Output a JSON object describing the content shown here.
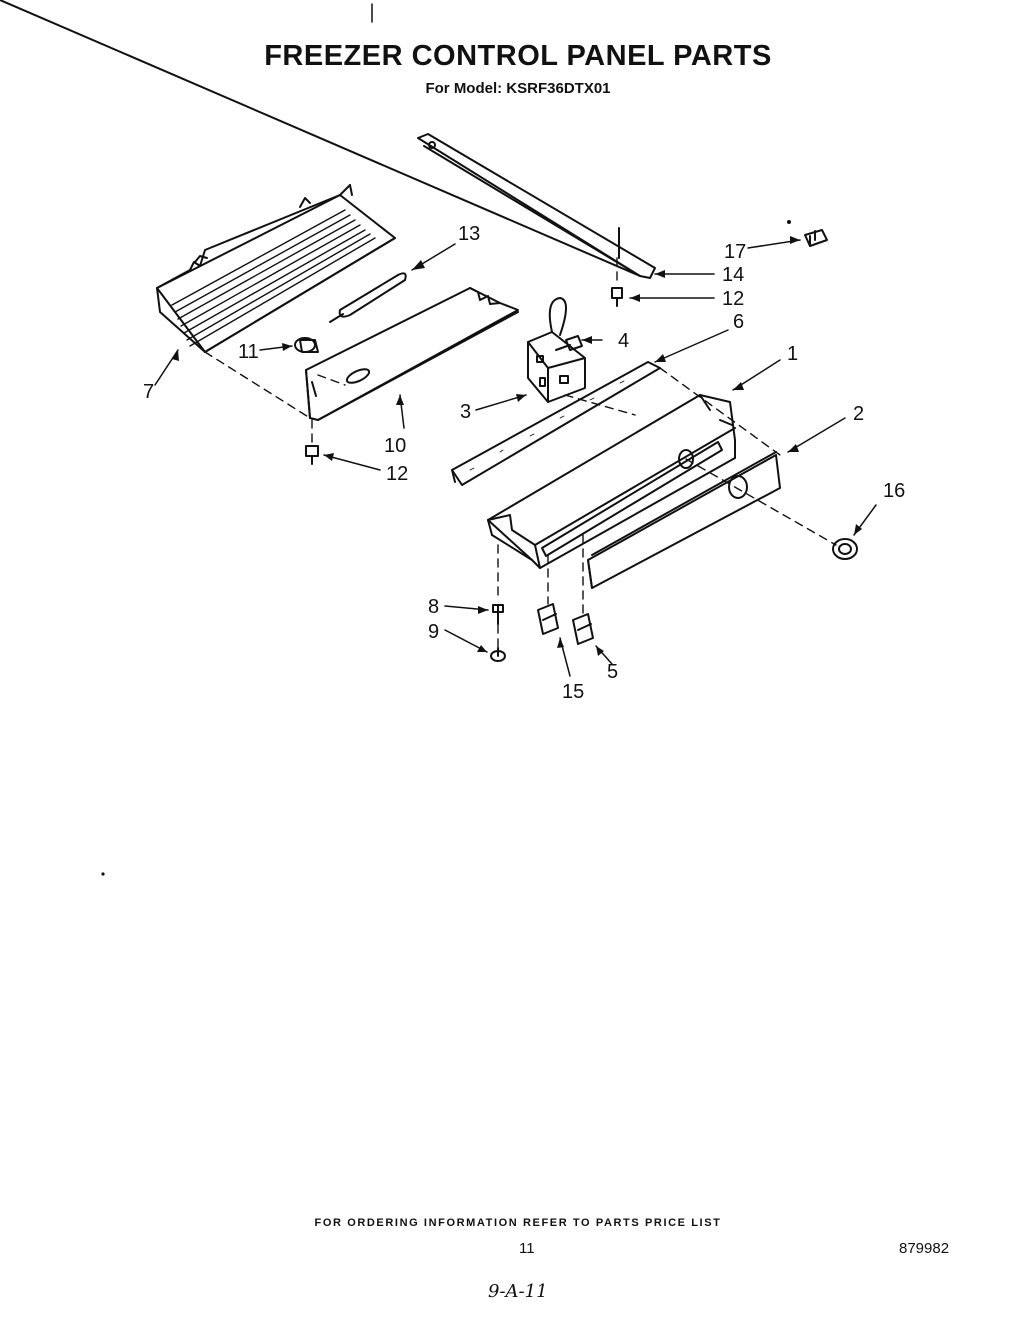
{
  "header": {
    "title": "FREEZER CONTROL PANEL PARTS",
    "subtitle": "For Model: KSRF36DTX01"
  },
  "callouts": {
    "c1": "1",
    "c2": "2",
    "c3": "3",
    "c4": "4",
    "c5": "5",
    "c6": "6",
    "c7": "7",
    "c8": "8",
    "c9": "9",
    "c10": "10",
    "c11": "11",
    "c12a": "12",
    "c12b": "12",
    "c13": "13",
    "c14": "14",
    "c15": "15",
    "c16": "16",
    "c17": "17"
  },
  "footer": {
    "ordering": "FOR ORDERING INFORMATION REFER TO PARTS PRICE LIST",
    "page": "11",
    "doc_number": "879982",
    "handwritten": "9-A-11"
  }
}
